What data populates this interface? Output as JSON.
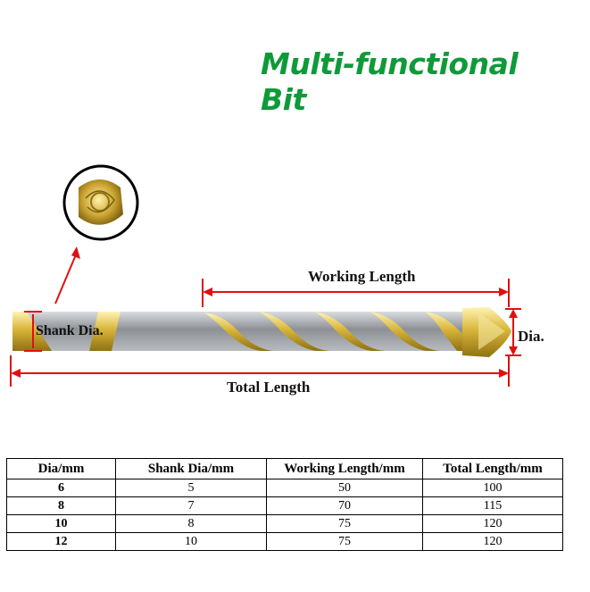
{
  "title": {
    "line1": "Multi-functional",
    "line2": "Bit"
  },
  "labels": {
    "working_length": "Working Length",
    "total_length": "Total Length",
    "shank_dia": "Shank Dia.",
    "dia": "Dia."
  },
  "colors": {
    "title": "#0f9a3a",
    "dimension_lines": "#e01010",
    "gold": "#d9b53a",
    "silver": "#a9adb2"
  },
  "table": {
    "headers": [
      "Dia/mm",
      "Shank Dia/mm",
      "Working Length/mm",
      "Total Length/mm"
    ],
    "rows": [
      [
        "6",
        "5",
        "50",
        "100"
      ],
      [
        "8",
        "7",
        "70",
        "115"
      ],
      [
        "10",
        "8",
        "75",
        "120"
      ],
      [
        "12",
        "10",
        "75",
        "120"
      ]
    ]
  }
}
